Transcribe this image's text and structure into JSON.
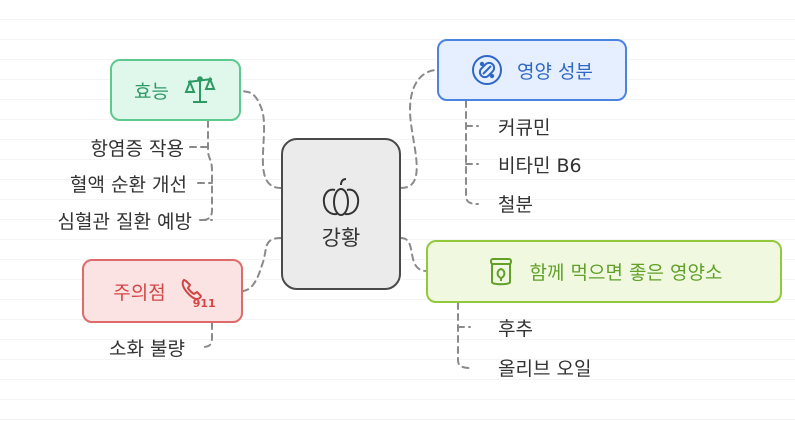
{
  "center": {
    "label": "강황",
    "icon": "pumpkin-icon"
  },
  "efficacy": {
    "label": "효능",
    "icon": "balance-scale-icon",
    "color": "#5ec98f",
    "items": [
      "항염증 작용",
      "혈액 순환 개선",
      "심혈관 질환 예방"
    ]
  },
  "caution": {
    "label": "주의점",
    "icon": "phone-911-icon",
    "icon_text": "911",
    "color": "#e06a6a",
    "items": [
      "소화 불량"
    ]
  },
  "nutrients": {
    "label": "영양 성분",
    "icon": "vitamin-pills-icon",
    "color": "#4a83e0",
    "items": [
      "커큐민",
      "비타민 B6",
      "철분"
    ]
  },
  "pairing": {
    "label": "함께 먹으면 좋은 영양소",
    "icon": "supplement-jar-icon",
    "color": "#92c93c",
    "items": [
      "후추",
      "올리브 오일"
    ]
  }
}
